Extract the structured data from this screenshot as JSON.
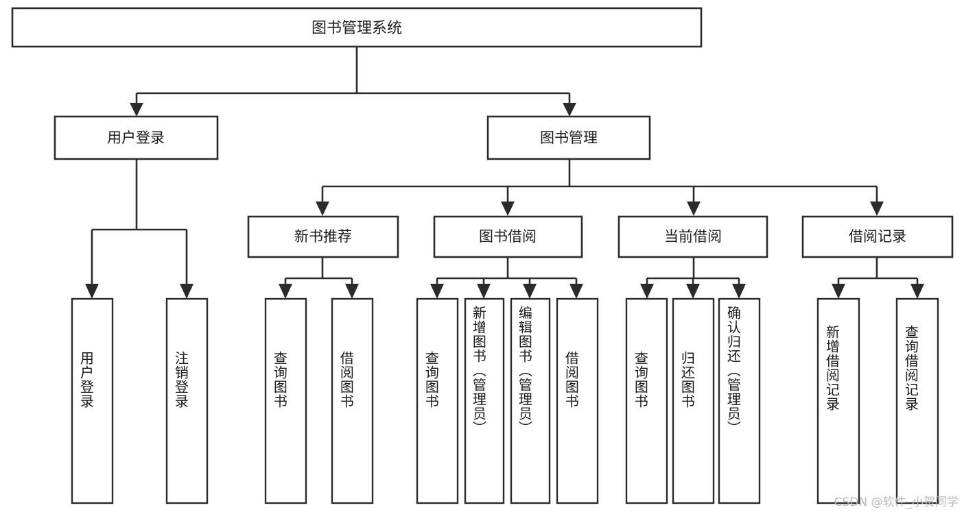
{
  "diagram": {
    "type": "hierarchy-tree",
    "title": "图书管理系统",
    "orientation": "top-down",
    "watermark": "CSDN @软件_小贺同学",
    "colors": {
      "stroke": "#2b2b2b",
      "fill": "#ffffff",
      "text": "#1a1a1a",
      "watermark": "#b9b9b9"
    },
    "levels": {
      "root": "图书管理系统",
      "level2": [
        "用户登录",
        "图书管理"
      ],
      "level3": [
        "新书推荐",
        "图书借阅",
        "当前借阅",
        "借阅记录"
      ]
    },
    "nodes": {
      "root": {
        "label": "图书管理系统"
      },
      "user_login": {
        "label": "用户登录"
      },
      "book_mgmt": {
        "label": "图书管理"
      },
      "new_book_rec": {
        "label": "新书推荐"
      },
      "book_borrow": {
        "label": "图书借阅"
      },
      "current_borrow": {
        "label": "当前借阅"
      },
      "borrow_record": {
        "label": "借阅记录"
      }
    },
    "leaves": {
      "user_login": [
        {
          "label": "用户登录"
        },
        {
          "label": "注销登录"
        }
      ],
      "new_book_rec": [
        {
          "label": "查询图书"
        },
        {
          "label": "借阅图书"
        }
      ],
      "book_borrow": [
        {
          "label": "查询图书"
        },
        {
          "label": "新增图书（管理员）"
        },
        {
          "label": "编辑图书（管理员）"
        },
        {
          "label": "借阅图书"
        }
      ],
      "current_borrow": [
        {
          "label": "查询图书"
        },
        {
          "label": "归还图书"
        },
        {
          "label": "确认归还（管理员）"
        }
      ],
      "borrow_record": [
        {
          "label": "新增借阅记录"
        },
        {
          "label": "查询借阅记录"
        }
      ]
    }
  }
}
